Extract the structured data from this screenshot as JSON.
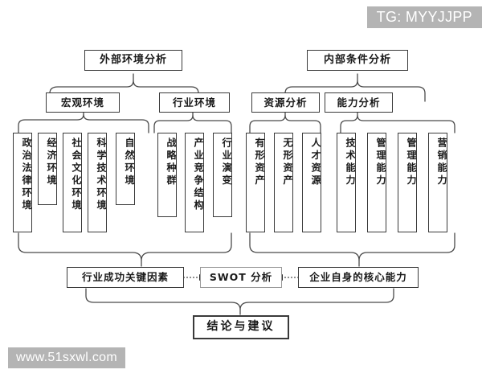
{
  "page": {
    "background": "#ffffff",
    "line_color": "#3a3a3a"
  },
  "watermarks": {
    "top_right": "TG: MYYJJPP",
    "bottom_left": "www.51sxwl.com"
  },
  "diagram": {
    "type": "hierarchy-tree",
    "level1": [
      {
        "id": "external",
        "label": "外部环境分析"
      },
      {
        "id": "internal",
        "label": "内部条件分析"
      }
    ],
    "level2": [
      {
        "id": "macro",
        "label": "宏观环境",
        "parent": "external"
      },
      {
        "id": "industry",
        "label": "行业环境",
        "parent": "external"
      },
      {
        "id": "resource",
        "label": "资源分析",
        "parent": "internal"
      },
      {
        "id": "capability",
        "label": "能力分析",
        "parent": "internal"
      }
    ],
    "leaves": {
      "macro": [
        {
          "label": "政治法律环境"
        },
        {
          "label": "经济环境"
        },
        {
          "label": "社会文化环境"
        },
        {
          "label": "科学技术环境"
        },
        {
          "label": "自然环境"
        }
      ],
      "industry": [
        {
          "label": "战略种群"
        },
        {
          "label": "产业竞争结构"
        },
        {
          "label": "行业演变"
        }
      ],
      "resource": [
        {
          "label": "有形资产"
        },
        {
          "label": "无形资产"
        },
        {
          "label": "人才资源"
        }
      ],
      "capability": [
        {
          "label": "技术能力"
        },
        {
          "label": "管理能力"
        },
        {
          "label": "管理能力"
        },
        {
          "label": "营销能力"
        }
      ]
    },
    "synthesis": {
      "left": "行业成功关键因素",
      "center": "SWOT 分析",
      "right": "企业自身的核心能力"
    },
    "conclusion": "结论与建议"
  }
}
